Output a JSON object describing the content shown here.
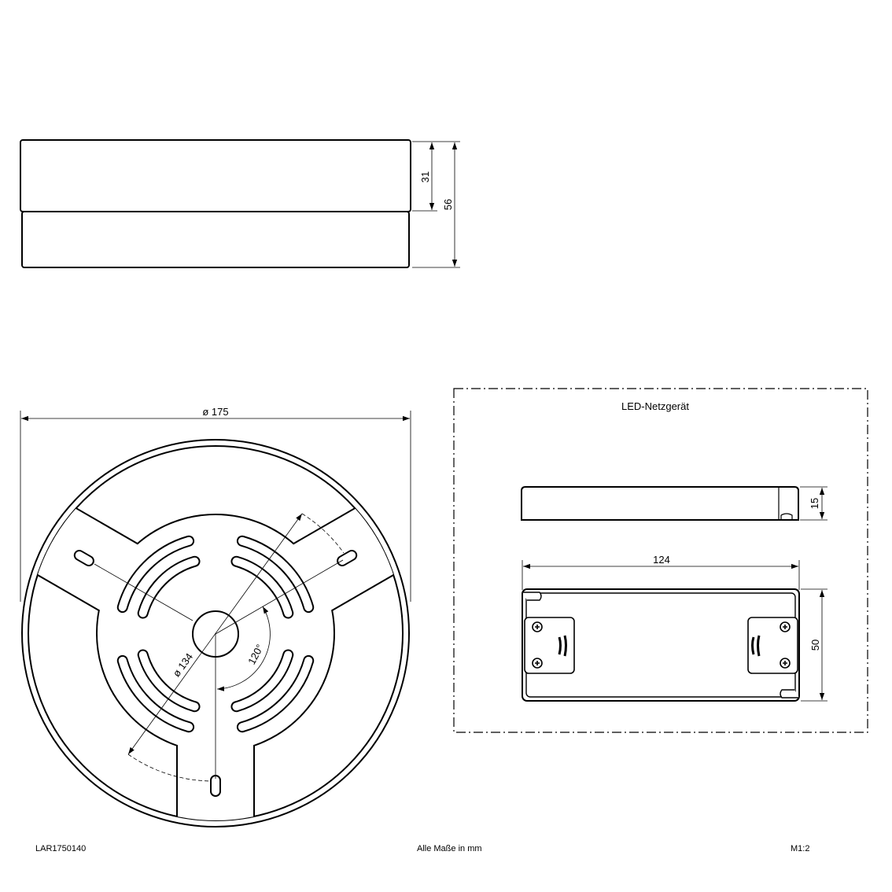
{
  "side_view": {
    "dim_upper": "31",
    "dim_total": "56"
  },
  "plan_view": {
    "dim_outer_diameter": "ø 175",
    "dim_mount_diameter": "ø 134",
    "dim_angle": "120°"
  },
  "power_supply": {
    "title": "LED-Netzgerät",
    "dim_height": "15",
    "dim_length": "124",
    "dim_width": "50"
  },
  "footer": {
    "article_number": "LAR1750140",
    "units_note": "Alle Maße in mm",
    "scale": "M1:2"
  },
  "colors": {
    "line": "#000000",
    "background": "#ffffff"
  }
}
